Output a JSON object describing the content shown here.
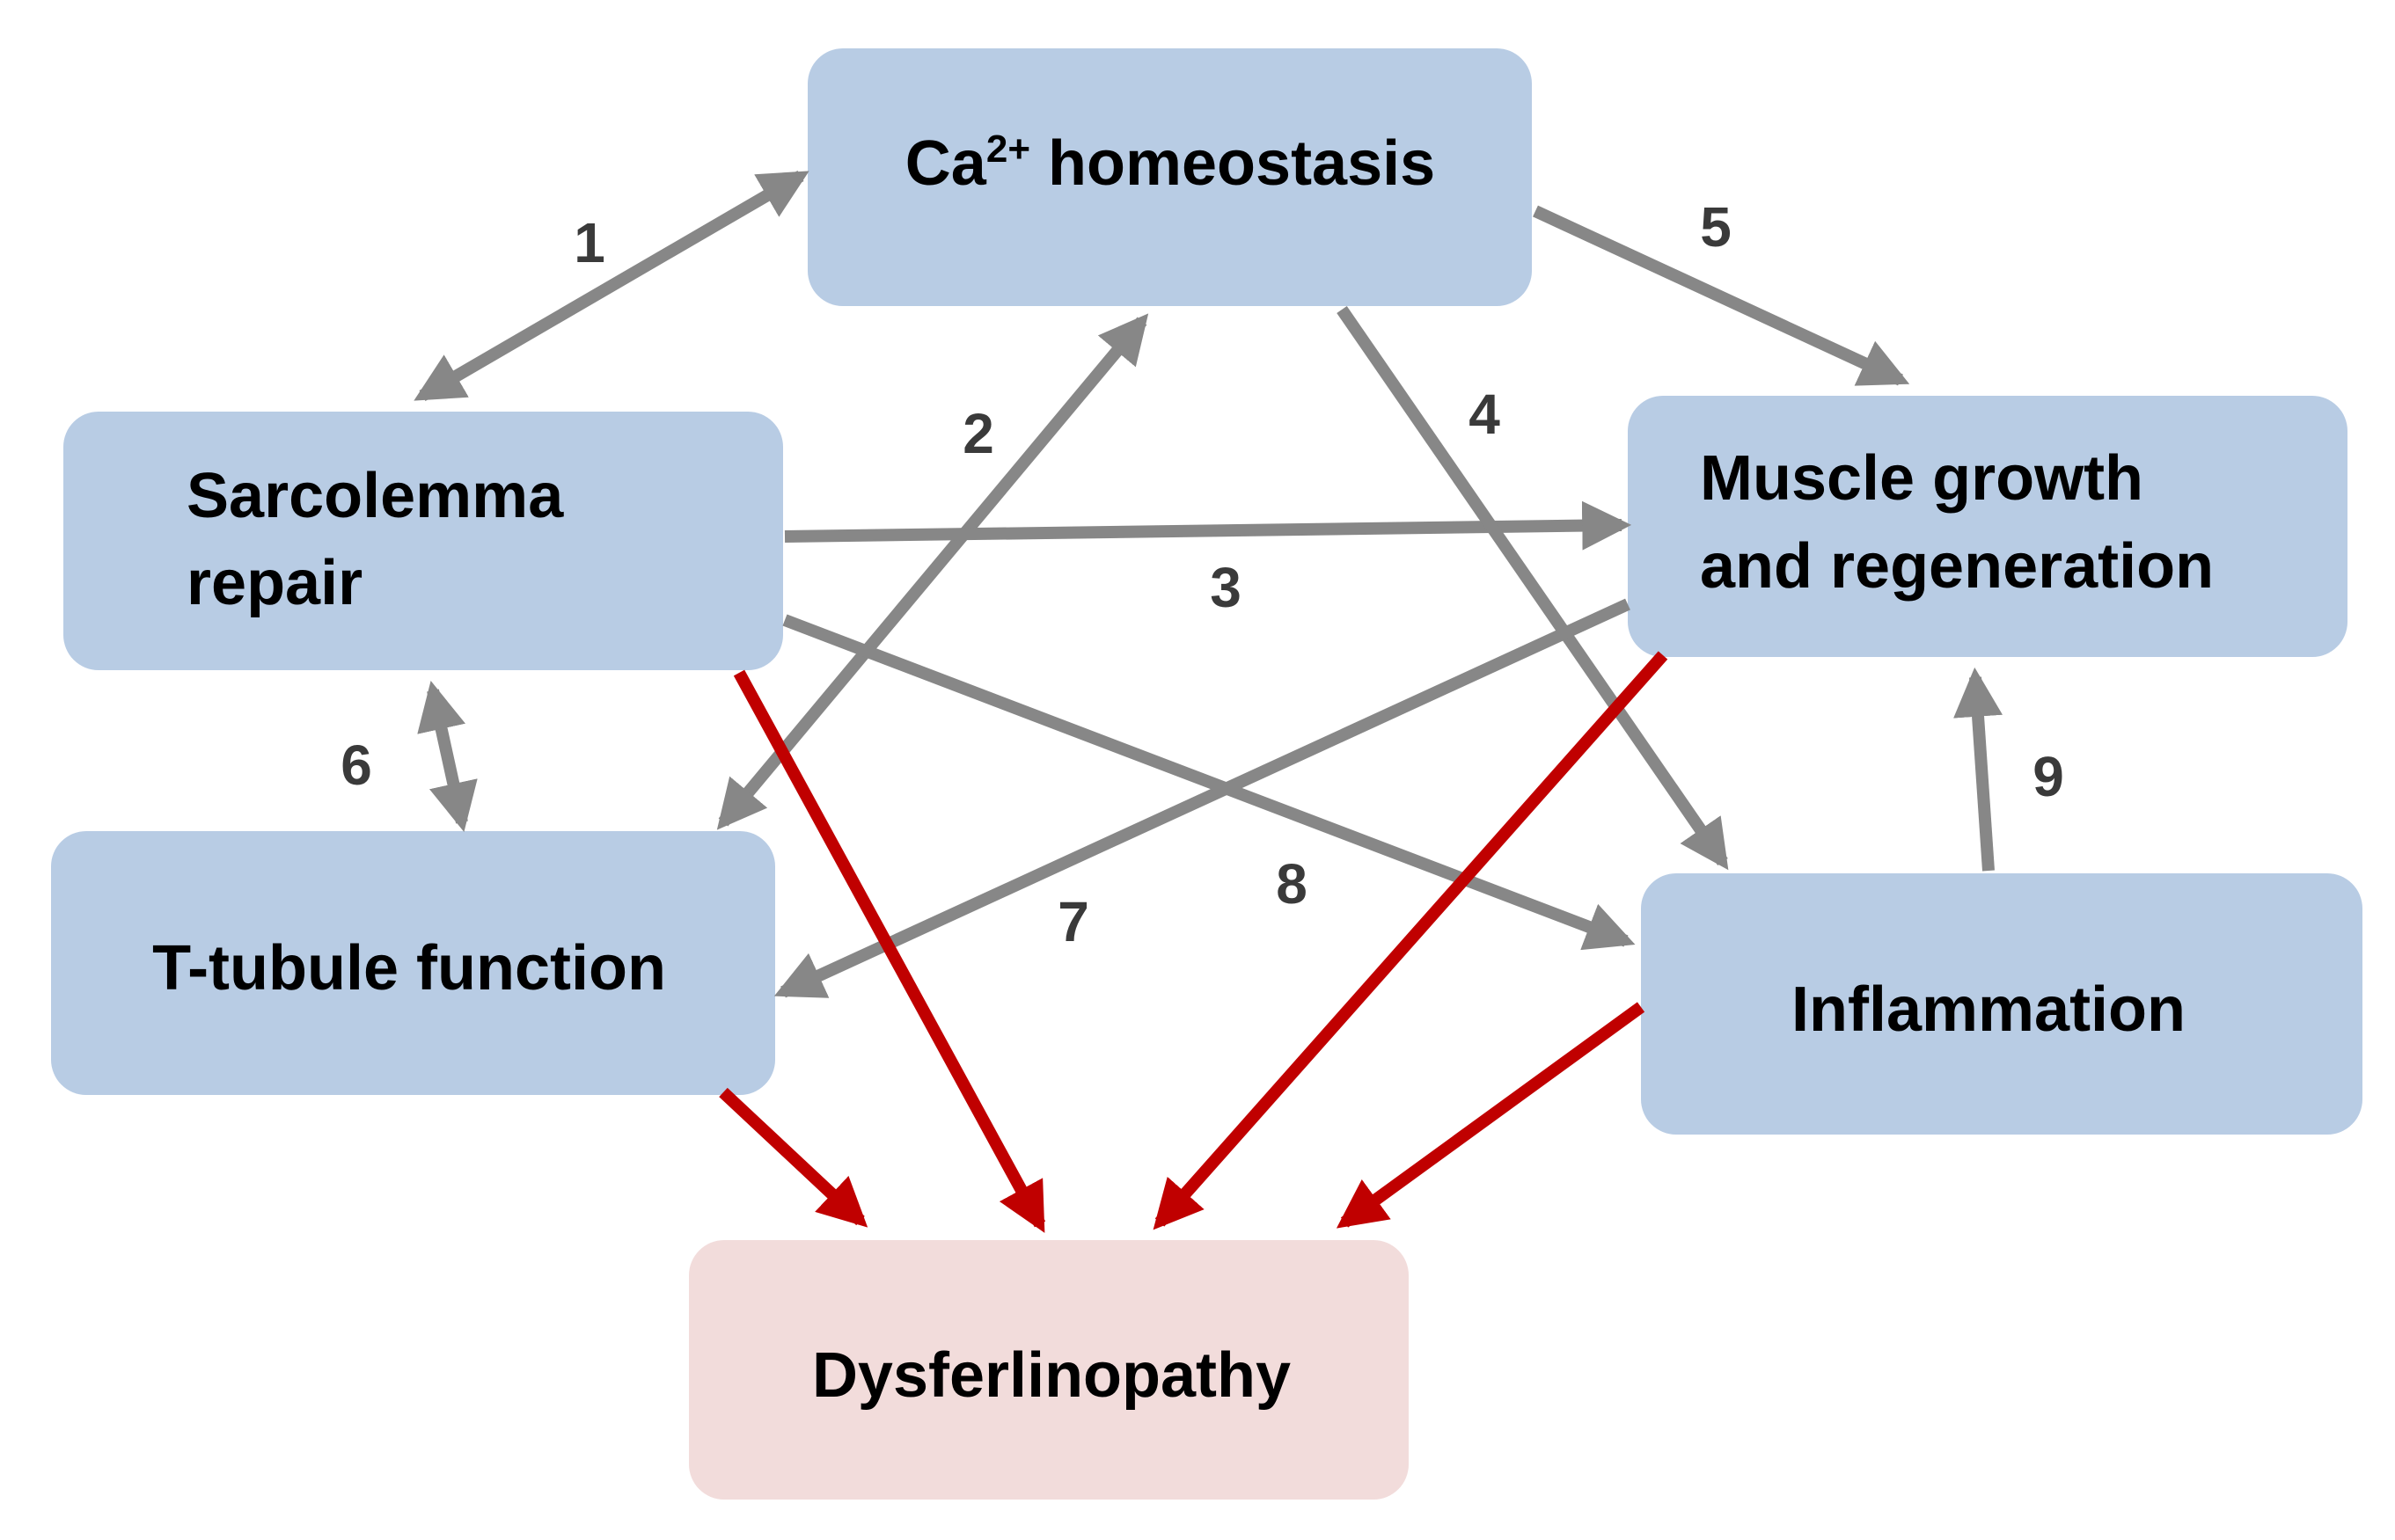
{
  "colors": {
    "node_fill": "#b8cce4",
    "outcome_fill": "#f2dcdb",
    "gray_arrow": "#878787",
    "red_arrow": "#c00000",
    "text": "#000000",
    "label_text": "#3a3a3a"
  },
  "nodes": {
    "calcium": {
      "prefix": "Ca",
      "sup": "2+",
      "suffix": " homeostasis"
    },
    "sarcolemma": {
      "line1": "Sarcolemma",
      "line2": "repair"
    },
    "muscle": {
      "line1": "Muscle growth",
      "line2": "and regeneration"
    },
    "ttubule": {
      "label": "T-tubule function"
    },
    "inflammation": {
      "label": "Inflammation"
    },
    "dysferlinopathy": {
      "label": "Dysferlinopathy"
    }
  },
  "edges": [
    {
      "id": "1",
      "label": "1",
      "from": "Sarcolemma repair",
      "to": "Ca2+ homeostasis",
      "bidirectional": true
    },
    {
      "id": "2",
      "label": "2",
      "from": "T-tubule function",
      "to": "Ca2+ homeostasis",
      "bidirectional": true
    },
    {
      "id": "3",
      "label": "3",
      "from": "Sarcolemma repair",
      "to": "Muscle growth and regeneration",
      "bidirectional": false
    },
    {
      "id": "4",
      "label": "4",
      "from": "Ca2+ homeostasis",
      "to": "Inflammation",
      "bidirectional": false
    },
    {
      "id": "5",
      "label": "5",
      "from": "Ca2+ homeostasis",
      "to": "Muscle growth and regeneration",
      "bidirectional": false
    },
    {
      "id": "6",
      "label": "6",
      "from": "Sarcolemma repair",
      "to": "T-tubule function",
      "bidirectional": true
    },
    {
      "id": "7",
      "label": "7",
      "from": "Muscle growth and regeneration",
      "to": "T-tubule function",
      "bidirectional": false
    },
    {
      "id": "8",
      "label": "8",
      "from": "Sarcolemma repair",
      "to": "Inflammation",
      "bidirectional": false
    },
    {
      "id": "9",
      "label": "9",
      "from": "Inflammation",
      "to": "Muscle growth and regeneration",
      "bidirectional": false
    }
  ],
  "outcome_edges": [
    {
      "from": "Sarcolemma repair",
      "to": "Dysferlinopathy"
    },
    {
      "from": "T-tubule function",
      "to": "Dysferlinopathy"
    },
    {
      "from": "Muscle growth and regeneration",
      "to": "Dysferlinopathy"
    },
    {
      "from": "Inflammation",
      "to": "Dysferlinopathy"
    }
  ]
}
